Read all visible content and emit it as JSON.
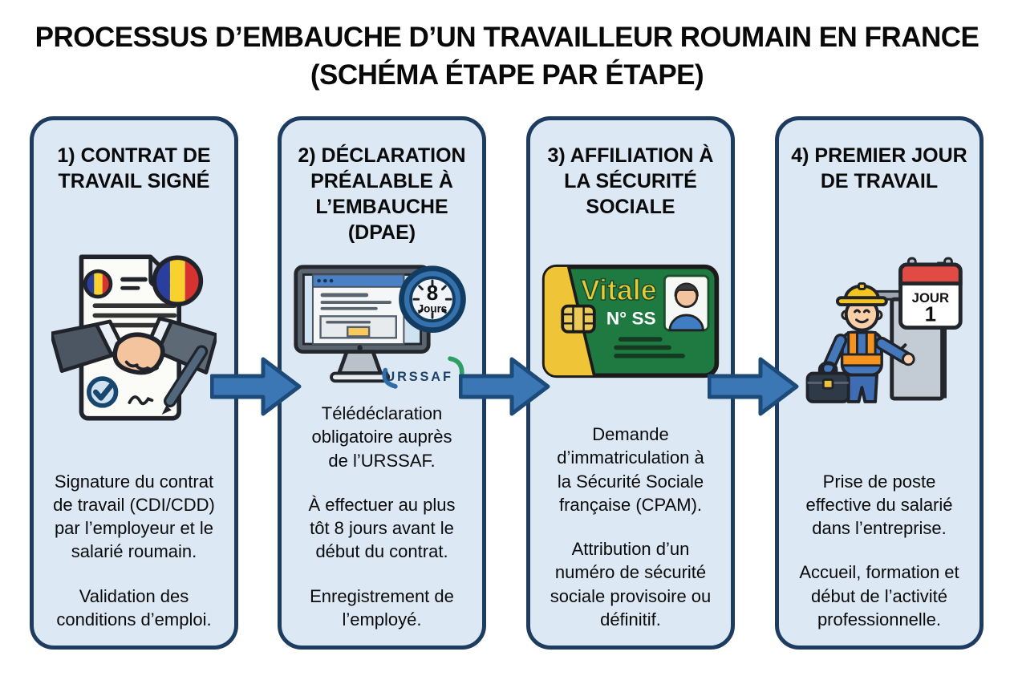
{
  "title": {
    "line1": "PROCESSUS D’EMBAUCHE D’UN TRAVAILLEUR ROUMAIN EN FRANCE",
    "line2": "(SCHÉMA ÉTAPE PAR ÉTAPE)"
  },
  "colors": {
    "card_bg": "#dce8f4",
    "card_border": "#1e3c5f",
    "arrow_fill": "#3c77b5",
    "arrow_border": "#1c4a79",
    "vitale_green": "#1e7a41",
    "vitale_yellow": "#f0c437",
    "romania_flag": [
      "#2a3f9d",
      "#f8d12e",
      "#d63230"
    ],
    "calendar_red": "#e14b44",
    "hardhat_yellow": "#f5c51f",
    "overall_orange": "#f5931e"
  },
  "steps": [
    {
      "heading": "1) CONTRAT DE\nTRAVAIL SIGNÉ",
      "icon": "contract-handshake",
      "paragraphs": [
        "Signature du contrat\nde travail (CDI/CDD)\npar l’employeur et le\nsalarié roumain.",
        "Validation des\nconditions d’emploi."
      ]
    },
    {
      "heading": "2) DÉCLARATION\nPRÉALABLE À\nL’EMBAUCHE\n(DPAE)",
      "icon": "computer-declaration",
      "icon_labels": {
        "clock_number": "8",
        "clock_unit": "Jours",
        "brand": "URSSAF"
      },
      "paragraphs": [
        "Télédéclaration\nobligatoire auprès\nde l’URSSAF.",
        "À effectuer au plus\ntôt 8 jours avant le\ndébut du contrat.",
        "Enregistrement de\nl’employé."
      ]
    },
    {
      "heading": "3) AFFILIATION À\nLA SÉCURITÉ\nSOCIALE",
      "icon": "vitale-card",
      "icon_labels": {
        "brand": "Vitale",
        "number_label": "N° SS"
      },
      "paragraphs": [
        "Demande\nd’immatriculation à\nla Sécurité Sociale\nfrançaise (CPAM).",
        "Attribution d’un\nnuméro de sécurité\nsociale provisoire ou\ndéfinitif."
      ]
    },
    {
      "heading": "4) PREMIER JOUR\nDE TRAVAIL",
      "icon": "worker-first-day",
      "icon_labels": {
        "calendar_label": "JOUR",
        "calendar_day": "1"
      },
      "paragraphs": [
        "Prise de poste\neffective du salarié\ndans l’entreprise.",
        "Accueil, formation et\ndébut de l’activité\nprofessionnelle."
      ]
    }
  ]
}
